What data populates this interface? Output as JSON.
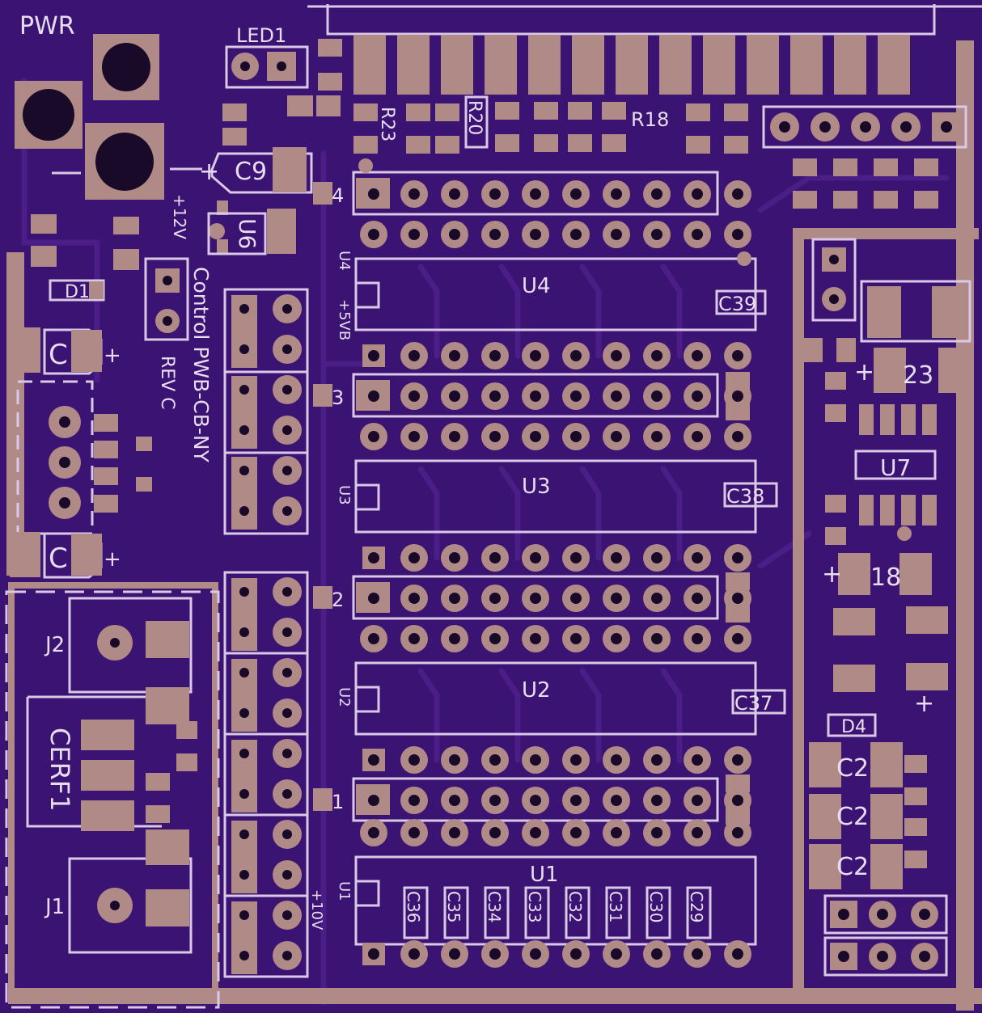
{
  "board": {
    "title": "Control PWB-CB-NY",
    "revision": "REV C",
    "colors": {
      "substrate": "#3b1373",
      "silkscreen": "#d9c9e6",
      "copper": "#b08a86",
      "drill": "#1a0a2a"
    }
  },
  "labels": {
    "pwr": "PWR",
    "led1": "LED1",
    "c9": "C9",
    "u6": "U6",
    "d1": "D1",
    "u4": "U4",
    "u3": "U3",
    "u2": "U2",
    "u1": "U1",
    "u7": "U7",
    "c39": "C39",
    "c38": "C38",
    "c37": "C37",
    "j1": "J1",
    "j2": "J2",
    "cerf1": "CERF1",
    "d4": "D4",
    "r18": "R18",
    "r20": "R20",
    "r23": "R23",
    "v12": "+12V",
    "v5": "+5VB",
    "v10": "+10V",
    "c_low": [
      "C36",
      "C35",
      "C34",
      "C33",
      "C32",
      "C31",
      "C30",
      "C29"
    ]
  }
}
